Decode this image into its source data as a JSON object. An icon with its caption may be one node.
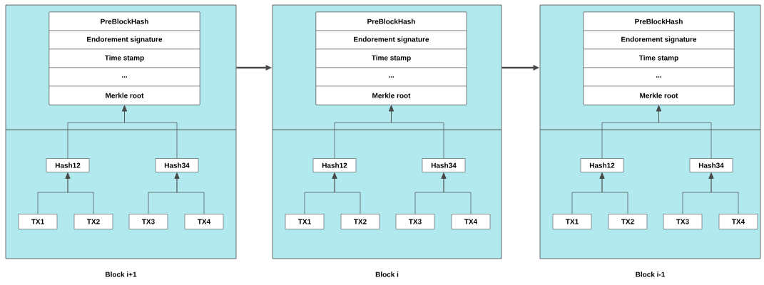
{
  "diagram": {
    "nodes": [
      {
        "text": [],
        "shape": "box",
        "beside": [
          "Block i+1"
        ]
      },
      {
        "text": [],
        "shape": "box",
        "in": 0
      },
      {
        "text": [
          "PreBlockHash"
        ],
        "in": 1
      },
      {
        "text": [
          "Endorement signature"
        ],
        "in": 1
      },
      {
        "text": [
          "Time stamp"
        ],
        "in": 1
      },
      {
        "text": [
          "..."
        ],
        "in": 1
      },
      {
        "text": [
          "Merkle root"
        ],
        "in": 1
      },
      {
        "text": [
          "Hash12"
        ],
        "in": 0
      },
      {
        "text": [
          "Hash34"
        ],
        "in": 0
      },
      {
        "text": [
          "TX1"
        ],
        "in": 0
      },
      {
        "text": [
          "TX2"
        ],
        "in": 0
      },
      {
        "text": [
          "TX3"
        ],
        "in": 0
      },
      {
        "text": [
          "TX4"
        ],
        "in": 0
      },
      {
        "text": [],
        "shape": "box",
        "beside": [
          "Block i"
        ]
      },
      {
        "text": [],
        "shape": "box",
        "in": 13
      },
      {
        "text": [
          "PreBlockHash"
        ],
        "in": 14
      },
      {
        "text": [
          "Endorement signature"
        ],
        "in": 14
      },
      {
        "text": [
          "Time stamp"
        ],
        "in": 14
      },
      {
        "text": [
          "..."
        ],
        "in": 14
      },
      {
        "text": [
          "Merkle root"
        ],
        "in": 14
      },
      {
        "text": [
          "Hash12"
        ],
        "in": 13
      },
      {
        "text": [
          "Hash34"
        ],
        "in": 13
      },
      {
        "text": [
          "TX1"
        ],
        "in": 13
      },
      {
        "text": [
          "TX2"
        ],
        "in": 13
      },
      {
        "text": [
          "TX3"
        ],
        "in": 13
      },
      {
        "text": [
          "TX4"
        ],
        "in": 13
      },
      {
        "text": [],
        "shape": "box",
        "beside": [
          "Block i-1"
        ]
      },
      {
        "text": [],
        "shape": "box",
        "in": 26
      },
      {
        "text": [
          "PreBlockHash"
        ],
        "in": 27
      },
      {
        "text": [
          "Endorement signature"
        ],
        "in": 27
      },
      {
        "text": [
          "Time stamp"
        ],
        "in": 27
      },
      {
        "text": [
          "..."
        ],
        "in": 27
      },
      {
        "text": [
          "Merkle root"
        ],
        "in": 27
      },
      {
        "text": [
          "Hash12"
        ],
        "in": 26
      },
      {
        "text": [
          "Hash34"
        ],
        "in": 26
      },
      {
        "text": [
          "TX1"
        ],
        "in": 26
      },
      {
        "text": [
          "TX2"
        ],
        "in": 26
      },
      {
        "text": [
          "TX3"
        ],
        "in": 26
      },
      {
        "text": [
          "TX4"
        ],
        "in": 26
      }
    ],
    "edges": [
      {
        "from": 9,
        "to": 7,
        "arrow": "to"
      },
      {
        "from": 10,
        "to": 7,
        "arrow": "to"
      },
      {
        "from": 11,
        "to": 8,
        "arrow": "to"
      },
      {
        "from": 12,
        "to": 8,
        "arrow": "to"
      },
      {
        "from": 7,
        "to": 6,
        "arrow": "to"
      },
      {
        "from": 8,
        "to": 6,
        "arrow": "to"
      },
      {
        "from": 22,
        "to": 20,
        "arrow": "to"
      },
      {
        "from": 23,
        "to": 20,
        "arrow": "to"
      },
      {
        "from": 24,
        "to": 21,
        "arrow": "to"
      },
      {
        "from": 25,
        "to": 21,
        "arrow": "to"
      },
      {
        "from": 20,
        "to": 19,
        "arrow": "to"
      },
      {
        "from": 21,
        "to": 19,
        "arrow": "to"
      },
      {
        "from": 35,
        "to": 33,
        "arrow": "to"
      },
      {
        "from": 36,
        "to": 33,
        "arrow": "to"
      },
      {
        "from": 37,
        "to": 34,
        "arrow": "to"
      },
      {
        "from": 38,
        "to": 34,
        "arrow": "to"
      },
      {
        "from": 33,
        "to": 32,
        "arrow": "to"
      },
      {
        "from": 34,
        "to": 32,
        "arrow": "to"
      },
      {
        "from": 0,
        "to": 13,
        "arrow": "to",
        "style": "thick"
      },
      {
        "from": 13,
        "to": 26,
        "arrow": "to",
        "style": "thick"
      }
    ]
  }
}
